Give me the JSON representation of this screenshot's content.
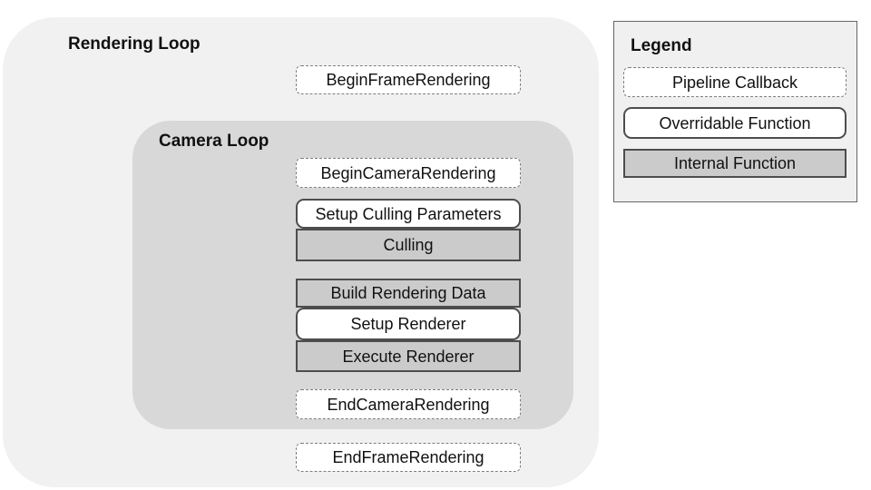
{
  "colors": {
    "page_bg": "#ffffff",
    "outer_loop_bg": "#f1f1f2",
    "camera_loop_bg": "#d8d8d8",
    "callback_fill": "#ffffff",
    "internal_fill": "#cbcbcb",
    "solid_border": "#4d4d4d",
    "dashed_border": "#7d7d7d",
    "legend_bg": "#f0f0f1",
    "legend_border": "#666666",
    "text": "#111111"
  },
  "rendering_loop": {
    "label": "Rendering Loop"
  },
  "camera_loop": {
    "label": "Camera Loop"
  },
  "nodes": [
    {
      "id": "begin-frame-rendering",
      "label": "BeginFrameRendering",
      "type": "pipeline-callback",
      "loop": "rendering"
    },
    {
      "id": "begin-camera-rendering",
      "label": "BeginCameraRendering",
      "type": "pipeline-callback",
      "loop": "camera"
    },
    {
      "id": "setup-culling-parameters",
      "label": "Setup Culling Parameters",
      "type": "overridable-function",
      "loop": "camera"
    },
    {
      "id": "culling",
      "label": "Culling",
      "type": "internal-function",
      "loop": "camera"
    },
    {
      "id": "build-rendering-data",
      "label": "Build Rendering Data",
      "type": "internal-function",
      "loop": "camera"
    },
    {
      "id": "setup-renderer",
      "label": "Setup Renderer",
      "type": "overridable-function",
      "loop": "camera"
    },
    {
      "id": "execute-renderer",
      "label": "Execute Renderer",
      "type": "internal-function",
      "loop": "camera"
    },
    {
      "id": "end-camera-rendering",
      "label": "EndCameraRendering",
      "type": "pipeline-callback",
      "loop": "camera"
    },
    {
      "id": "end-frame-rendering",
      "label": "EndFrameRendering",
      "type": "pipeline-callback",
      "loop": "rendering"
    }
  ],
  "legend": {
    "title": "Legend",
    "items": [
      {
        "label": "Pipeline Callback",
        "type": "pipeline-callback"
      },
      {
        "label": "Overridable Function",
        "type": "overridable-function"
      },
      {
        "label": "Internal Function",
        "type": "internal-function"
      }
    ]
  }
}
